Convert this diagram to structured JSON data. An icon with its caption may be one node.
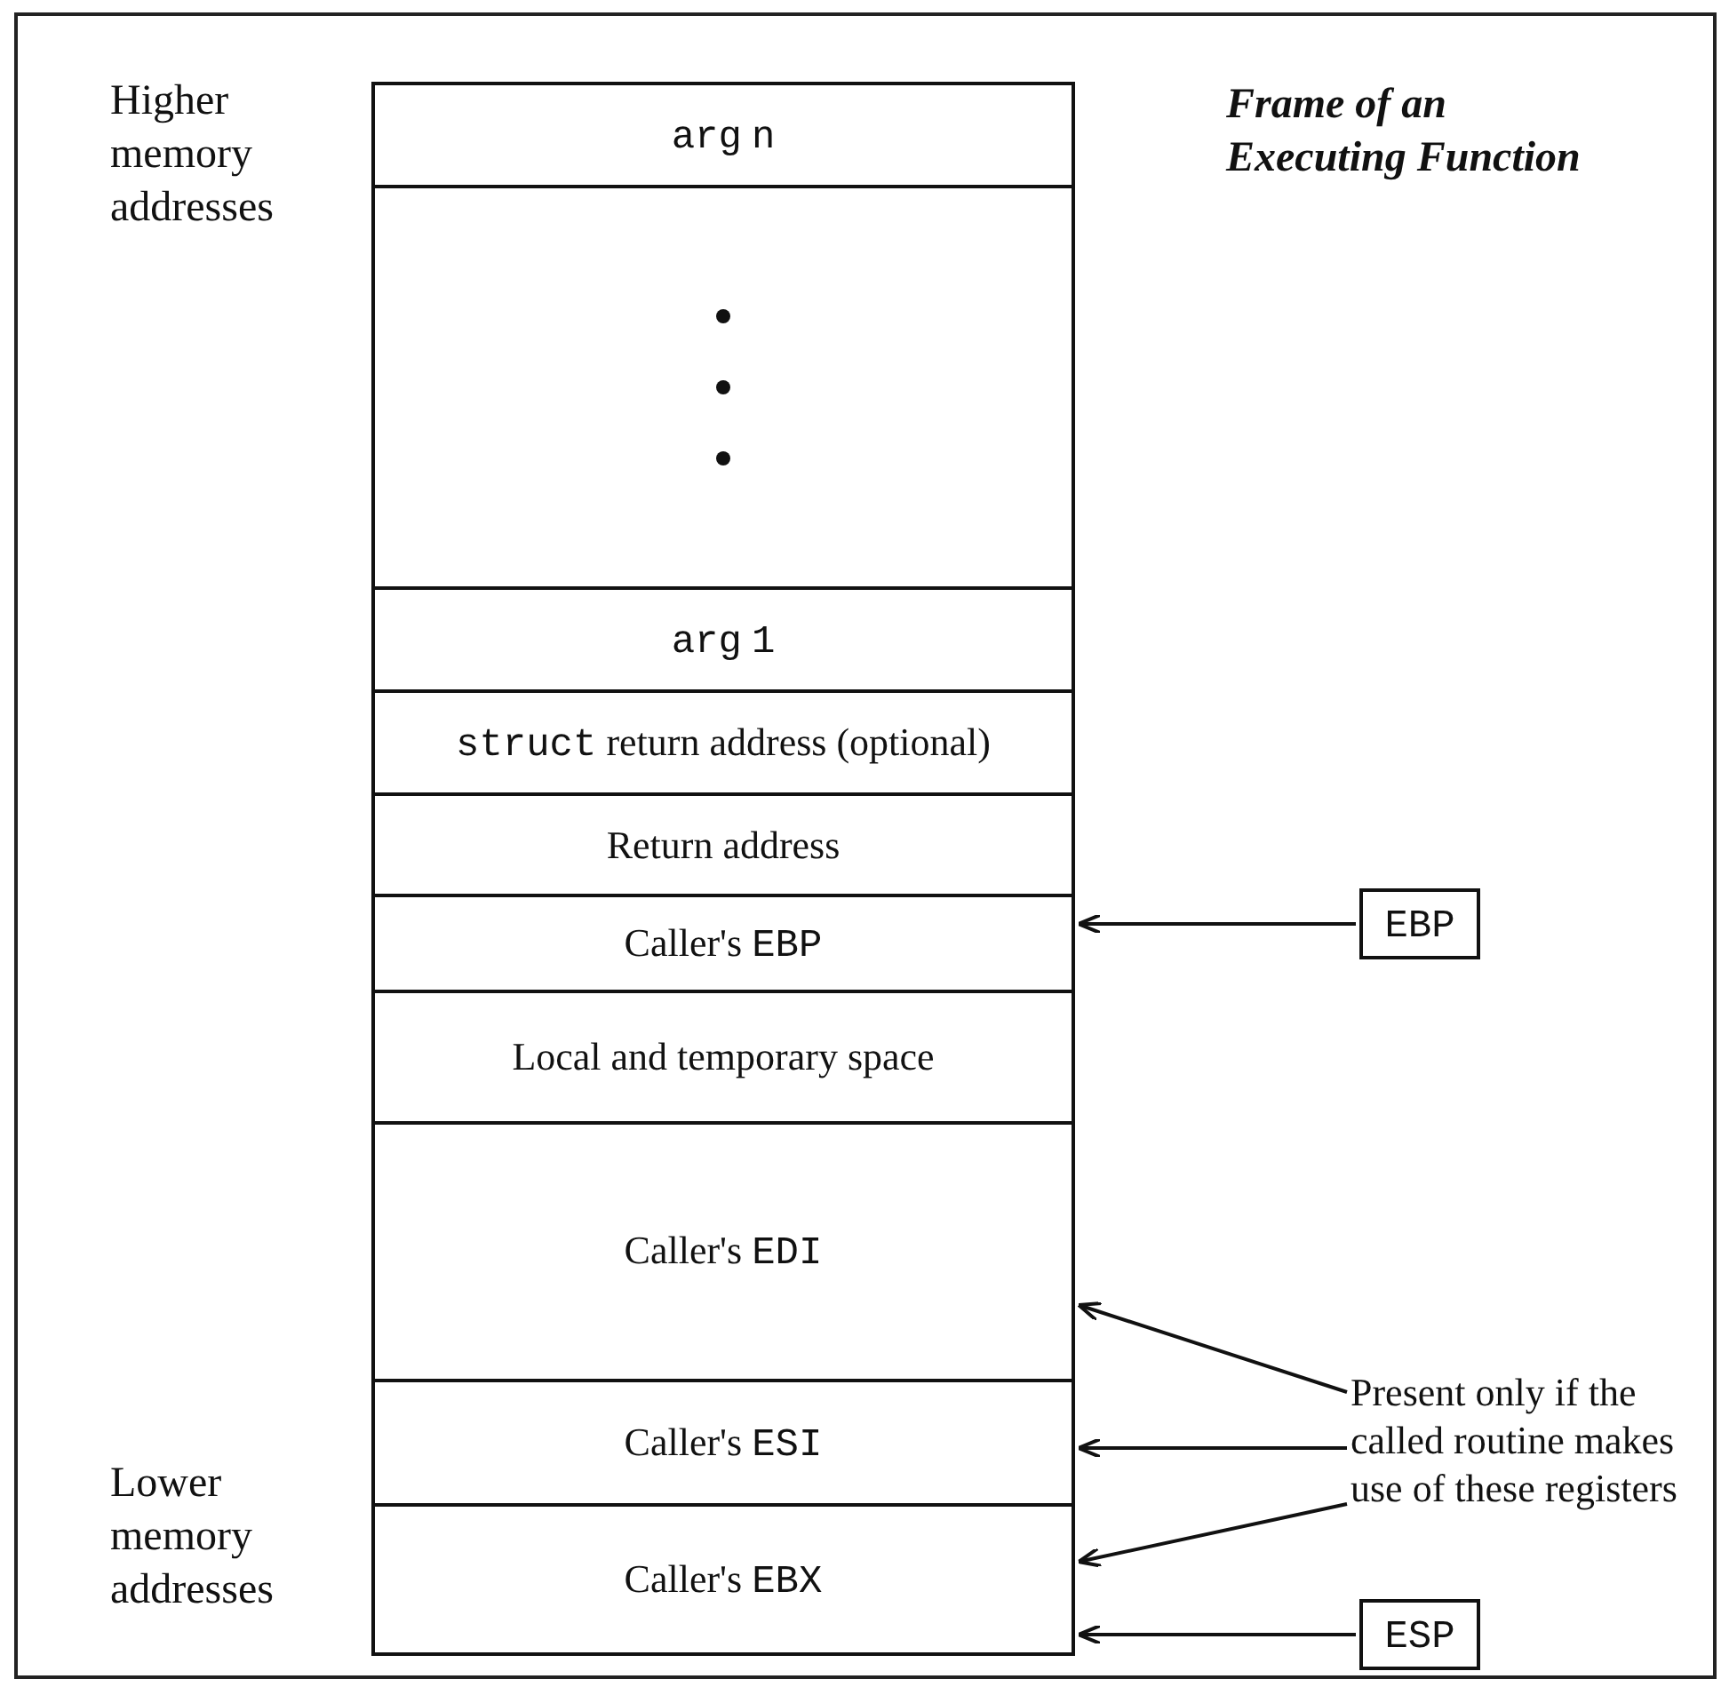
{
  "diagram": {
    "title": "Frame of an Executing Function",
    "nodes": [
      {
        "text": [
          "arg n"
        ]
      },
      {
        "text": [],
        "shape": "box"
      },
      {
        "text": [
          "arg 1"
        ]
      },
      {
        "text": [
          "struct return address (optional)"
        ]
      },
      {
        "text": [
          "Return address"
        ]
      },
      {
        "text": [
          "Caller's EBP"
        ]
      },
      {
        "text": [
          "Local and temporary space"
        ]
      },
      {
        "text": [
          "Caller's EDI"
        ]
      },
      {
        "text": [
          "Caller's ESI"
        ]
      },
      {
        "text": [
          "Caller's EBX"
        ]
      },
      {
        "text": [
          "EBP"
        ]
      },
      {
        "text": [
          "Present only if the called routine makes use of these registers"
        ]
      },
      {
        "text": [
          "ESP"
        ]
      }
    ],
    "edges": [
      {
        "from": 10,
        "to": 5,
        "arrow": "to"
      },
      {
        "from": 11,
        "to": 7,
        "arrow": "to"
      },
      {
        "from": 11,
        "to": 8,
        "arrow": "to"
      },
      {
        "from": 11,
        "to": 9,
        "arrow": "to"
      },
      {
        "from": 12,
        "to": 9,
        "arrow": "to"
      }
    ],
    "labels": [
      "Higher memory addresses",
      "Lower memory addresses"
    ]
  }
}
